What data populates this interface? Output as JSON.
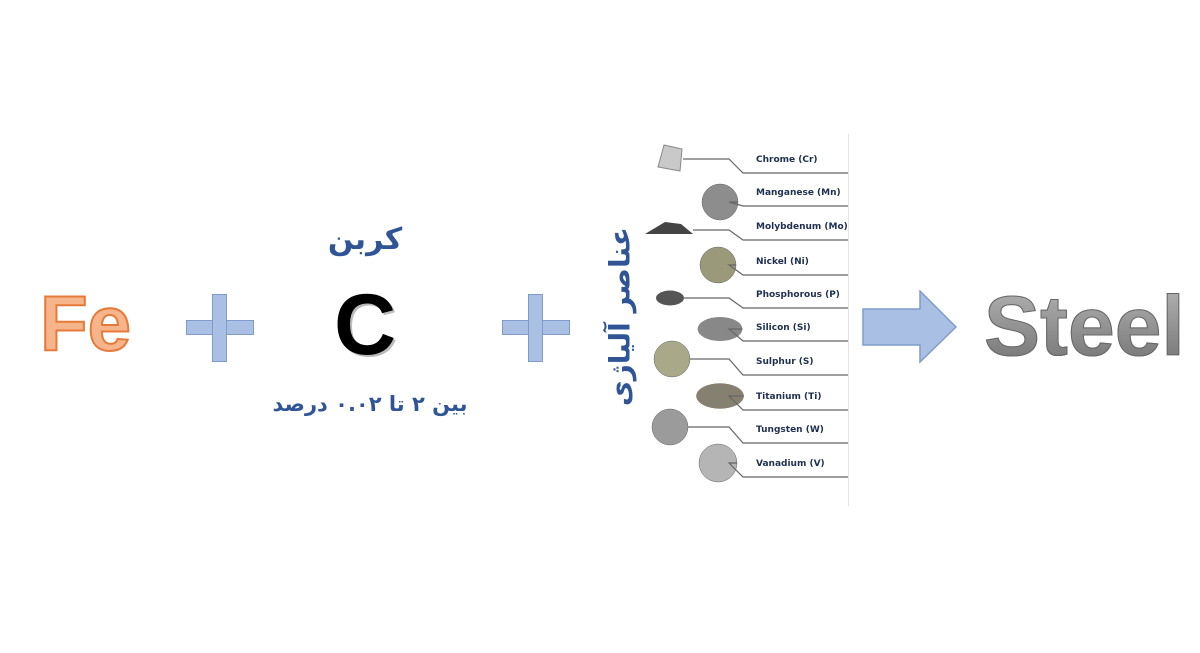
{
  "iron": {
    "symbol": "Fe",
    "color": "#F6B48A"
  },
  "carbon": {
    "title": "کربن",
    "symbol": "C",
    "range": "بین ۲ تا ۰.۰۲ درصد"
  },
  "alloy": {
    "title": "عناصر آلیاژی",
    "elements": [
      {
        "label": "Chrome (Cr)",
        "icon": "chrome-rock-icon"
      },
      {
        "label": "Manganese (Mn)",
        "icon": "manganese-rock-icon"
      },
      {
        "label": "Molybdenum (Mo)",
        "icon": "molybdenum-powder-icon"
      },
      {
        "label": "Nickel (Ni)",
        "icon": "nickel-rock-icon"
      },
      {
        "label": "Phosphorous (P)",
        "icon": "phosphorous-rock-icon"
      },
      {
        "label": "Silicon (Si)",
        "icon": "silicon-rock-icon"
      },
      {
        "label": "Sulphur (S)",
        "icon": "sulphur-rock-icon"
      },
      {
        "label": "Titanium (Ti)",
        "icon": "titanium-rock-icon"
      },
      {
        "label": "Tungsten (W)",
        "icon": "tungsten-rock-icon"
      },
      {
        "label": "Vanadium (V)",
        "icon": "vanadium-rock-icon"
      }
    ]
  },
  "result": {
    "label": "Steel"
  },
  "colors": {
    "accent": "#2F5597",
    "plus": "#A9C0E4"
  }
}
